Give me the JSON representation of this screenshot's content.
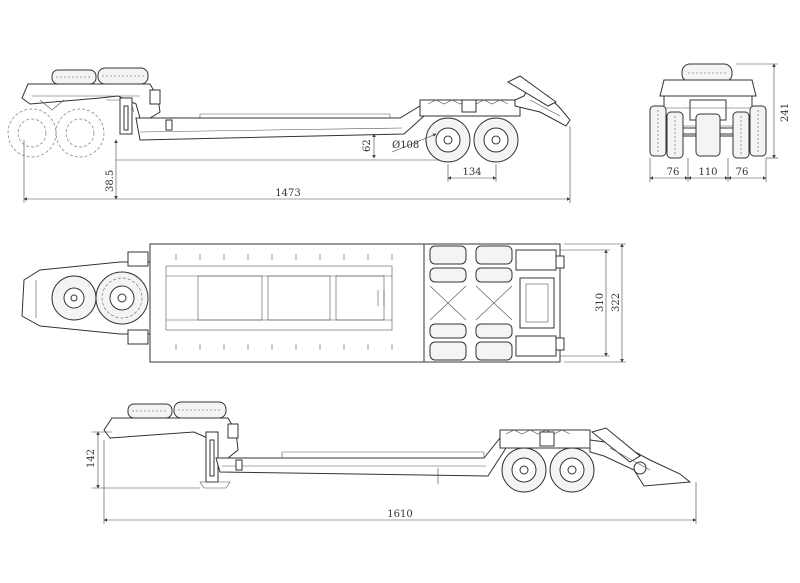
{
  "dimensions": {
    "side_top": {
      "overall_length": "1473",
      "ground_clearance": "38.5",
      "deck_height": "62",
      "wheel_diameter": "Ø108",
      "axle_spacing": "134"
    },
    "rear_view": {
      "height": "241",
      "track_left": "76",
      "track_center": "110",
      "track_right": "76"
    },
    "top_view": {
      "inner_width": "310",
      "outer_width": "322"
    },
    "side_bottom": {
      "overall_length": "1610",
      "coupling_height": "142"
    }
  }
}
